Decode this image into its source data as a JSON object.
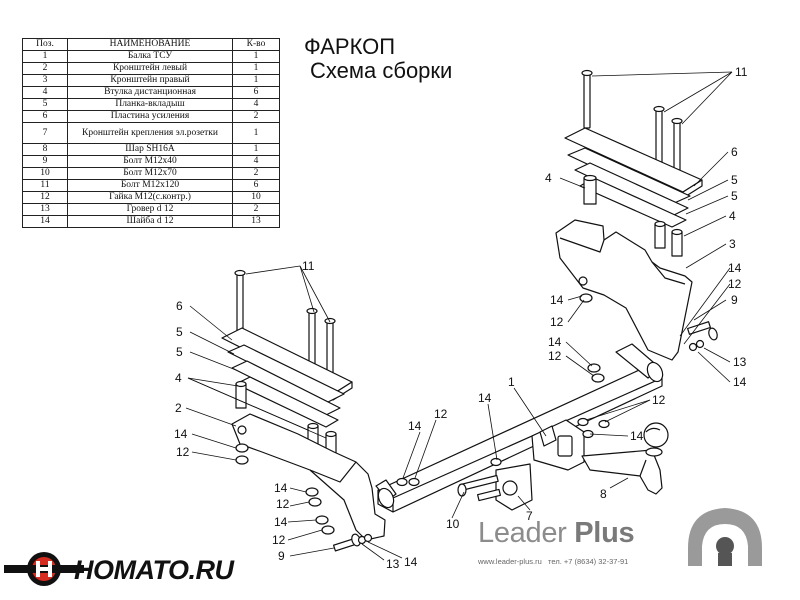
{
  "title": "ФАРКОП",
  "subtitle": "Схема сборки",
  "table": {
    "headers": [
      "Поз.",
      "НАИМЕНОВАНИЕ",
      "К-во"
    ],
    "rows": [
      [
        "1",
        "Балка ТСУ",
        "1"
      ],
      [
        "2",
        "Кронштейн левый",
        "1"
      ],
      [
        "3",
        "Кронштейн правый",
        "1"
      ],
      [
        "4",
        "Втулка дистанционная",
        "6"
      ],
      [
        "5",
        "Планка-вкладыш",
        "4"
      ],
      [
        "6",
        "Пластина усиления",
        "2"
      ],
      [
        "7",
        "Кронштейн крепления эл.розетки",
        "1"
      ],
      [
        "8",
        "Шар  SH16A",
        "1"
      ],
      [
        "9",
        "Болт М12х40",
        "4"
      ],
      [
        "10",
        "Болт М12х70",
        "2"
      ],
      [
        "11",
        "Болт М12х120",
        "6"
      ],
      [
        "12",
        "Гайка М12(с.контр.)",
        "10"
      ],
      [
        "13",
        "Гровер d 12",
        "2"
      ],
      [
        "14",
        "Шайба d 12",
        "13"
      ]
    ]
  },
  "callouts": [
    "11",
    "6",
    "4",
    "5",
    "5",
    "4",
    "3",
    "14",
    "12",
    "9",
    "14",
    "12",
    "14",
    "12",
    "13",
    "14",
    "11",
    "6",
    "5",
    "5",
    "4",
    "2",
    "14",
    "12",
    "1",
    "14",
    "12",
    "12",
    "14",
    "14",
    "12",
    "14",
    "12",
    "9",
    "13",
    "14",
    "10",
    "7",
    "8"
  ],
  "brand": {
    "name_light": "Leader",
    "name_bold": "Plus",
    "website": "www.leader-plus.ru",
    "phone": "тел. +7 (8634) 32-37-91"
  },
  "homato": {
    "text": "HOMATO.RU"
  },
  "colors": {
    "line": "#111111",
    "brand_gray": "#8c8c8c",
    "logo_red": "#d62b1f"
  }
}
